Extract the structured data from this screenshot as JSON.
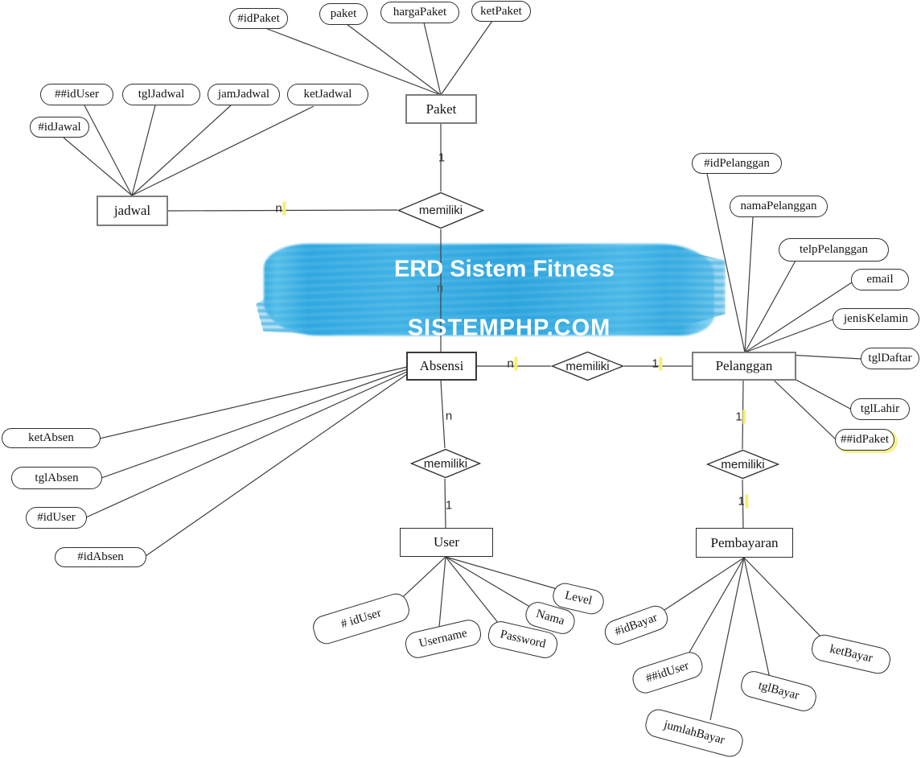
{
  "brand": {
    "title": "ERD Sistem Fitness",
    "site": "SISTEMPHP.COM"
  },
  "entities": {
    "paket": "Paket",
    "jadwal": "jadwal",
    "absensi": "Absensi",
    "pelanggan": "Pelanggan",
    "user": "User",
    "pembayaran": "Pembayaran"
  },
  "relationships": {
    "paket_jadwal": "memiliki",
    "absensi_pelanggan": "memiliki",
    "pelanggan_pembayaran": "memiliki",
    "absensi_user": "memiliki"
  },
  "cardinalities": {
    "paket_side": "1",
    "jadwal_side": "n",
    "absensi_top": "n",
    "absensi_right": "n",
    "pelanggan_left": "1",
    "pelanggan_bottom": "1",
    "pembayaran_top": "1",
    "absensi_bottom": "n",
    "user_top": "1"
  },
  "attributes": {
    "paket": [
      "#idPaket",
      "paket",
      "hargaPaket",
      "ketPaket"
    ],
    "jadwal": [
      "#idJawal",
      "##idUser",
      "tglJadwal",
      "jamJadwal",
      "ketJadwal"
    ],
    "pelanggan": [
      "#idPelanggan",
      "namaPelanggan",
      "telpPelanggan",
      "email",
      "jenisKelamin",
      "tglDaftar",
      "tglLahir",
      "##idPaket"
    ],
    "absensi": [
      "ketAbsen",
      "tglAbsen",
      "#idUser",
      "#idAbsen"
    ],
    "user": [
      "# idUser",
      "Username",
      "Password",
      "Nama",
      "Level"
    ],
    "pembayaran": [
      "#idBayar",
      "##idUser",
      "jumlahBayar",
      "tglBayar",
      "ketBayar"
    ]
  },
  "colors": {
    "brush": "#2EA7E0",
    "connector": "#3F3F3F",
    "highlight": "#F7EF6F"
  }
}
